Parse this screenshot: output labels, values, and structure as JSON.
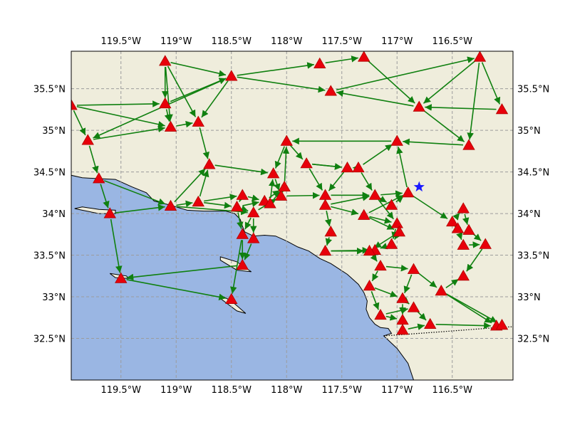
{
  "map": {
    "lon_range": [
      -119.95,
      -115.95
    ],
    "lat_range": [
      32.0,
      35.95
    ],
    "colors": {
      "ocean": "#9ab6e3",
      "land": "#efeddc",
      "coastline": "#000000",
      "grid": "#9c9c9c",
      "station": "#e8000b",
      "edge": "#108010",
      "event": "#1a1aff",
      "border": "#000000"
    },
    "x_ticks": [
      {
        "lon": -119.5,
        "label": "119.5°W"
      },
      {
        "lon": -119.0,
        "label": "119°W"
      },
      {
        "lon": -118.5,
        "label": "118.5°W"
      },
      {
        "lon": -118.0,
        "label": "118°W"
      },
      {
        "lon": -117.5,
        "label": "117.5°W"
      },
      {
        "lon": -117.0,
        "label": "117°W"
      },
      {
        "lon": -116.5,
        "label": "116.5°W"
      }
    ],
    "y_ticks": [
      {
        "lat": 32.5,
        "label": "32.5°N"
      },
      {
        "lat": 33.0,
        "label": "33°N"
      },
      {
        "lat": 33.5,
        "label": "33.5°N"
      },
      {
        "lat": 34.0,
        "label": "34°N"
      },
      {
        "lat": 34.5,
        "label": "34.5°N"
      },
      {
        "lat": 35.0,
        "label": "35°N"
      },
      {
        "lat": 35.5,
        "label": "35.5°N"
      }
    ],
    "grid": true,
    "coastline": [
      [
        -119.95,
        34.46
      ],
      [
        -119.85,
        34.43
      ],
      [
        -119.7,
        34.42
      ],
      [
        -119.55,
        34.41
      ],
      [
        -119.4,
        34.32
      ],
      [
        -119.27,
        34.25
      ],
      [
        -119.2,
        34.15
      ],
      [
        -119.05,
        34.1
      ],
      [
        -118.9,
        34.04
      ],
      [
        -118.75,
        34.03
      ],
      [
        -118.55,
        34.03
      ],
      [
        -118.47,
        34.0
      ],
      [
        -118.42,
        33.93
      ],
      [
        -118.4,
        33.85
      ],
      [
        -118.38,
        33.78
      ],
      [
        -118.3,
        33.73
      ],
      [
        -118.2,
        33.74
      ],
      [
        -118.1,
        33.73
      ],
      [
        -118.0,
        33.67
      ],
      [
        -117.9,
        33.6
      ],
      [
        -117.8,
        33.55
      ],
      [
        -117.7,
        33.46
      ],
      [
        -117.6,
        33.4
      ],
      [
        -117.45,
        33.27
      ],
      [
        -117.35,
        33.15
      ],
      [
        -117.3,
        33.05
      ],
      [
        -117.27,
        32.95
      ],
      [
        -117.28,
        32.85
      ],
      [
        -117.25,
        32.75
      ],
      [
        -117.2,
        32.67
      ],
      [
        -117.15,
        32.63
      ],
      [
        -117.08,
        32.62
      ],
      [
        -117.05,
        32.56
      ],
      [
        -117.12,
        32.53
      ],
      [
        -117.0,
        32.38
      ],
      [
        -116.9,
        32.2
      ],
      [
        -116.85,
        32.0
      ]
    ],
    "islands": [
      [
        [
          -119.92,
          34.06
        ],
        [
          -119.85,
          34.08
        ],
        [
          -119.7,
          34.05
        ],
        [
          -119.55,
          34.04
        ],
        [
          -119.55,
          34.0
        ],
        [
          -119.7,
          34.0
        ],
        [
          -119.85,
          34.04
        ]
      ],
      [
        [
          -119.6,
          33.28
        ],
        [
          -119.45,
          33.25
        ],
        [
          -119.43,
          33.22
        ],
        [
          -119.55,
          33.23
        ]
      ],
      [
        [
          -118.6,
          33.48
        ],
        [
          -118.45,
          33.42
        ],
        [
          -118.32,
          33.3
        ],
        [
          -118.45,
          33.32
        ],
        [
          -118.6,
          33.44
        ]
      ],
      [
        [
          -118.6,
          33.02
        ],
        [
          -118.5,
          32.95
        ],
        [
          -118.37,
          32.8
        ],
        [
          -118.45,
          32.83
        ],
        [
          -118.6,
          32.98
        ]
      ]
    ],
    "border": [
      [
        -117.12,
        32.53
      ],
      [
        -116.6,
        32.58
      ],
      [
        -116.1,
        32.63
      ],
      [
        -115.95,
        32.64
      ]
    ],
    "event": {
      "lon": -116.8,
      "lat": 34.32
    },
    "stations": [
      [
        -119.95,
        35.3
      ],
      [
        -119.1,
        35.83
      ],
      [
        -118.5,
        35.65
      ],
      [
        -117.7,
        35.8
      ],
      [
        -117.3,
        35.88
      ],
      [
        -117.6,
        35.47
      ],
      [
        -116.25,
        35.88
      ],
      [
        -116.05,
        35.25
      ],
      [
        -119.1,
        35.32
      ],
      [
        -119.05,
        35.04
      ],
      [
        -118.8,
        35.1
      ],
      [
        -119.8,
        34.88
      ],
      [
        -119.7,
        34.42
      ],
      [
        -119.6,
        34.0
      ],
      [
        -119.05,
        34.09
      ],
      [
        -118.8,
        34.14
      ],
      [
        -118.7,
        34.59
      ],
      [
        -118.4,
        34.22
      ],
      [
        -118.45,
        34.08
      ],
      [
        -118.3,
        34.01
      ],
      [
        -118.2,
        34.15
      ],
      [
        -118.15,
        34.12
      ],
      [
        -118.05,
        34.21
      ],
      [
        -118.02,
        34.32
      ],
      [
        -118.12,
        34.48
      ],
      [
        -118.0,
        34.87
      ],
      [
        -117.82,
        34.6
      ],
      [
        -117.45,
        34.55
      ],
      [
        -117.35,
        34.55
      ],
      [
        -117.0,
        34.87
      ],
      [
        -116.8,
        35.28
      ],
      [
        -116.35,
        34.82
      ],
      [
        -117.65,
        34.22
      ],
      [
        -117.65,
        34.1
      ],
      [
        -117.6,
        33.78
      ],
      [
        -117.65,
        33.55
      ],
      [
        -117.2,
        34.22
      ],
      [
        -117.3,
        33.98
      ],
      [
        -117.05,
        34.1
      ],
      [
        -116.9,
        34.25
      ],
      [
        -117.0,
        33.88
      ],
      [
        -116.98,
        33.78
      ],
      [
        -117.05,
        33.63
      ],
      [
        -117.2,
        33.56
      ],
      [
        -117.25,
        33.55
      ],
      [
        -117.15,
        33.37
      ],
      [
        -117.25,
        33.13
      ],
      [
        -116.85,
        33.33
      ],
      [
        -116.6,
        33.07
      ],
      [
        -116.95,
        32.98
      ],
      [
        -117.15,
        32.78
      ],
      [
        -116.95,
        32.72
      ],
      [
        -116.85,
        32.87
      ],
      [
        -116.95,
        32.6
      ],
      [
        -116.7,
        32.67
      ],
      [
        -116.1,
        32.65
      ],
      [
        -116.05,
        32.66
      ],
      [
        -116.5,
        33.9
      ],
      [
        -116.4,
        34.06
      ],
      [
        -116.45,
        33.82
      ],
      [
        -116.35,
        33.8
      ],
      [
        -116.4,
        33.62
      ],
      [
        -116.2,
        33.63
      ],
      [
        -116.4,
        33.25
      ],
      [
        -118.4,
        33.75
      ],
      [
        -118.3,
        33.7
      ],
      [
        -118.4,
        33.38
      ],
      [
        -119.5,
        33.22
      ],
      [
        -118.5,
        32.97
      ]
    ],
    "edges": [
      [
        0,
        8
      ],
      [
        0,
        11
      ],
      [
        0,
        9
      ],
      [
        1,
        8
      ],
      [
        1,
        2
      ],
      [
        1,
        10
      ],
      [
        2,
        3
      ],
      [
        2,
        5
      ],
      [
        2,
        10
      ],
      [
        2,
        11
      ],
      [
        3,
        4
      ],
      [
        5,
        6
      ],
      [
        4,
        30
      ],
      [
        6,
        30
      ],
      [
        6,
        31
      ],
      [
        6,
        7
      ],
      [
        7,
        30
      ],
      [
        30,
        31
      ],
      [
        30,
        5
      ],
      [
        31,
        29
      ],
      [
        29,
        25
      ],
      [
        25,
        24
      ],
      [
        26,
        27
      ],
      [
        27,
        28
      ],
      [
        28,
        29
      ],
      [
        8,
        9
      ],
      [
        9,
        10
      ],
      [
        10,
        16
      ],
      [
        11,
        12
      ],
      [
        12,
        13
      ],
      [
        12,
        14
      ],
      [
        13,
        67
      ],
      [
        14,
        16
      ],
      [
        14,
        15
      ],
      [
        15,
        16
      ],
      [
        15,
        17
      ],
      [
        16,
        24
      ],
      [
        17,
        18
      ],
      [
        17,
        20
      ],
      [
        18,
        19
      ],
      [
        19,
        22
      ],
      [
        20,
        21
      ],
      [
        21,
        23
      ],
      [
        22,
        23
      ],
      [
        23,
        25
      ],
      [
        24,
        22
      ],
      [
        25,
        26
      ],
      [
        26,
        32
      ],
      [
        26,
        27
      ],
      [
        32,
        33
      ],
      [
        32,
        36
      ],
      [
        33,
        34
      ],
      [
        33,
        37
      ],
      [
        34,
        35
      ],
      [
        35,
        43
      ],
      [
        35,
        44
      ],
      [
        36,
        38
      ],
      [
        36,
        39
      ],
      [
        37,
        39
      ],
      [
        37,
        40
      ],
      [
        38,
        39
      ],
      [
        39,
        57
      ],
      [
        39,
        29
      ],
      [
        40,
        41
      ],
      [
        41,
        42
      ],
      [
        42,
        43
      ],
      [
        43,
        44
      ],
      [
        44,
        45
      ],
      [
        45,
        46
      ],
      [
        45,
        47
      ],
      [
        46,
        50
      ],
      [
        46,
        49
      ],
      [
        47,
        48
      ],
      [
        47,
        49
      ],
      [
        48,
        55
      ],
      [
        48,
        63
      ],
      [
        49,
        52
      ],
      [
        50,
        51
      ],
      [
        50,
        52
      ],
      [
        51,
        53
      ],
      [
        52,
        54
      ],
      [
        53,
        54
      ],
      [
        54,
        55
      ],
      [
        55,
        56
      ],
      [
        57,
        58
      ],
      [
        57,
        59
      ],
      [
        58,
        60
      ],
      [
        59,
        61
      ],
      [
        60,
        62
      ],
      [
        61,
        62
      ],
      [
        62,
        63
      ],
      [
        14,
        19
      ],
      [
        15,
        18
      ],
      [
        19,
        64
      ],
      [
        19,
        65
      ],
      [
        64,
        66
      ],
      [
        65,
        66
      ],
      [
        66,
        67
      ],
      [
        64,
        68
      ],
      [
        13,
        14
      ],
      [
        1,
        9
      ],
      [
        8,
        2
      ],
      [
        11,
        9
      ],
      [
        37,
        41
      ],
      [
        20,
        23
      ],
      [
        28,
        36
      ],
      [
        36,
        40
      ],
      [
        41,
        44
      ],
      [
        33,
        36
      ],
      [
        18,
        20
      ],
      [
        21,
        24
      ],
      [
        27,
        32
      ],
      [
        40,
        42
      ],
      [
        49,
        51
      ],
      [
        18,
        64
      ],
      [
        22,
        32
      ],
      [
        67,
        68
      ],
      [
        48,
        56
      ]
    ]
  }
}
